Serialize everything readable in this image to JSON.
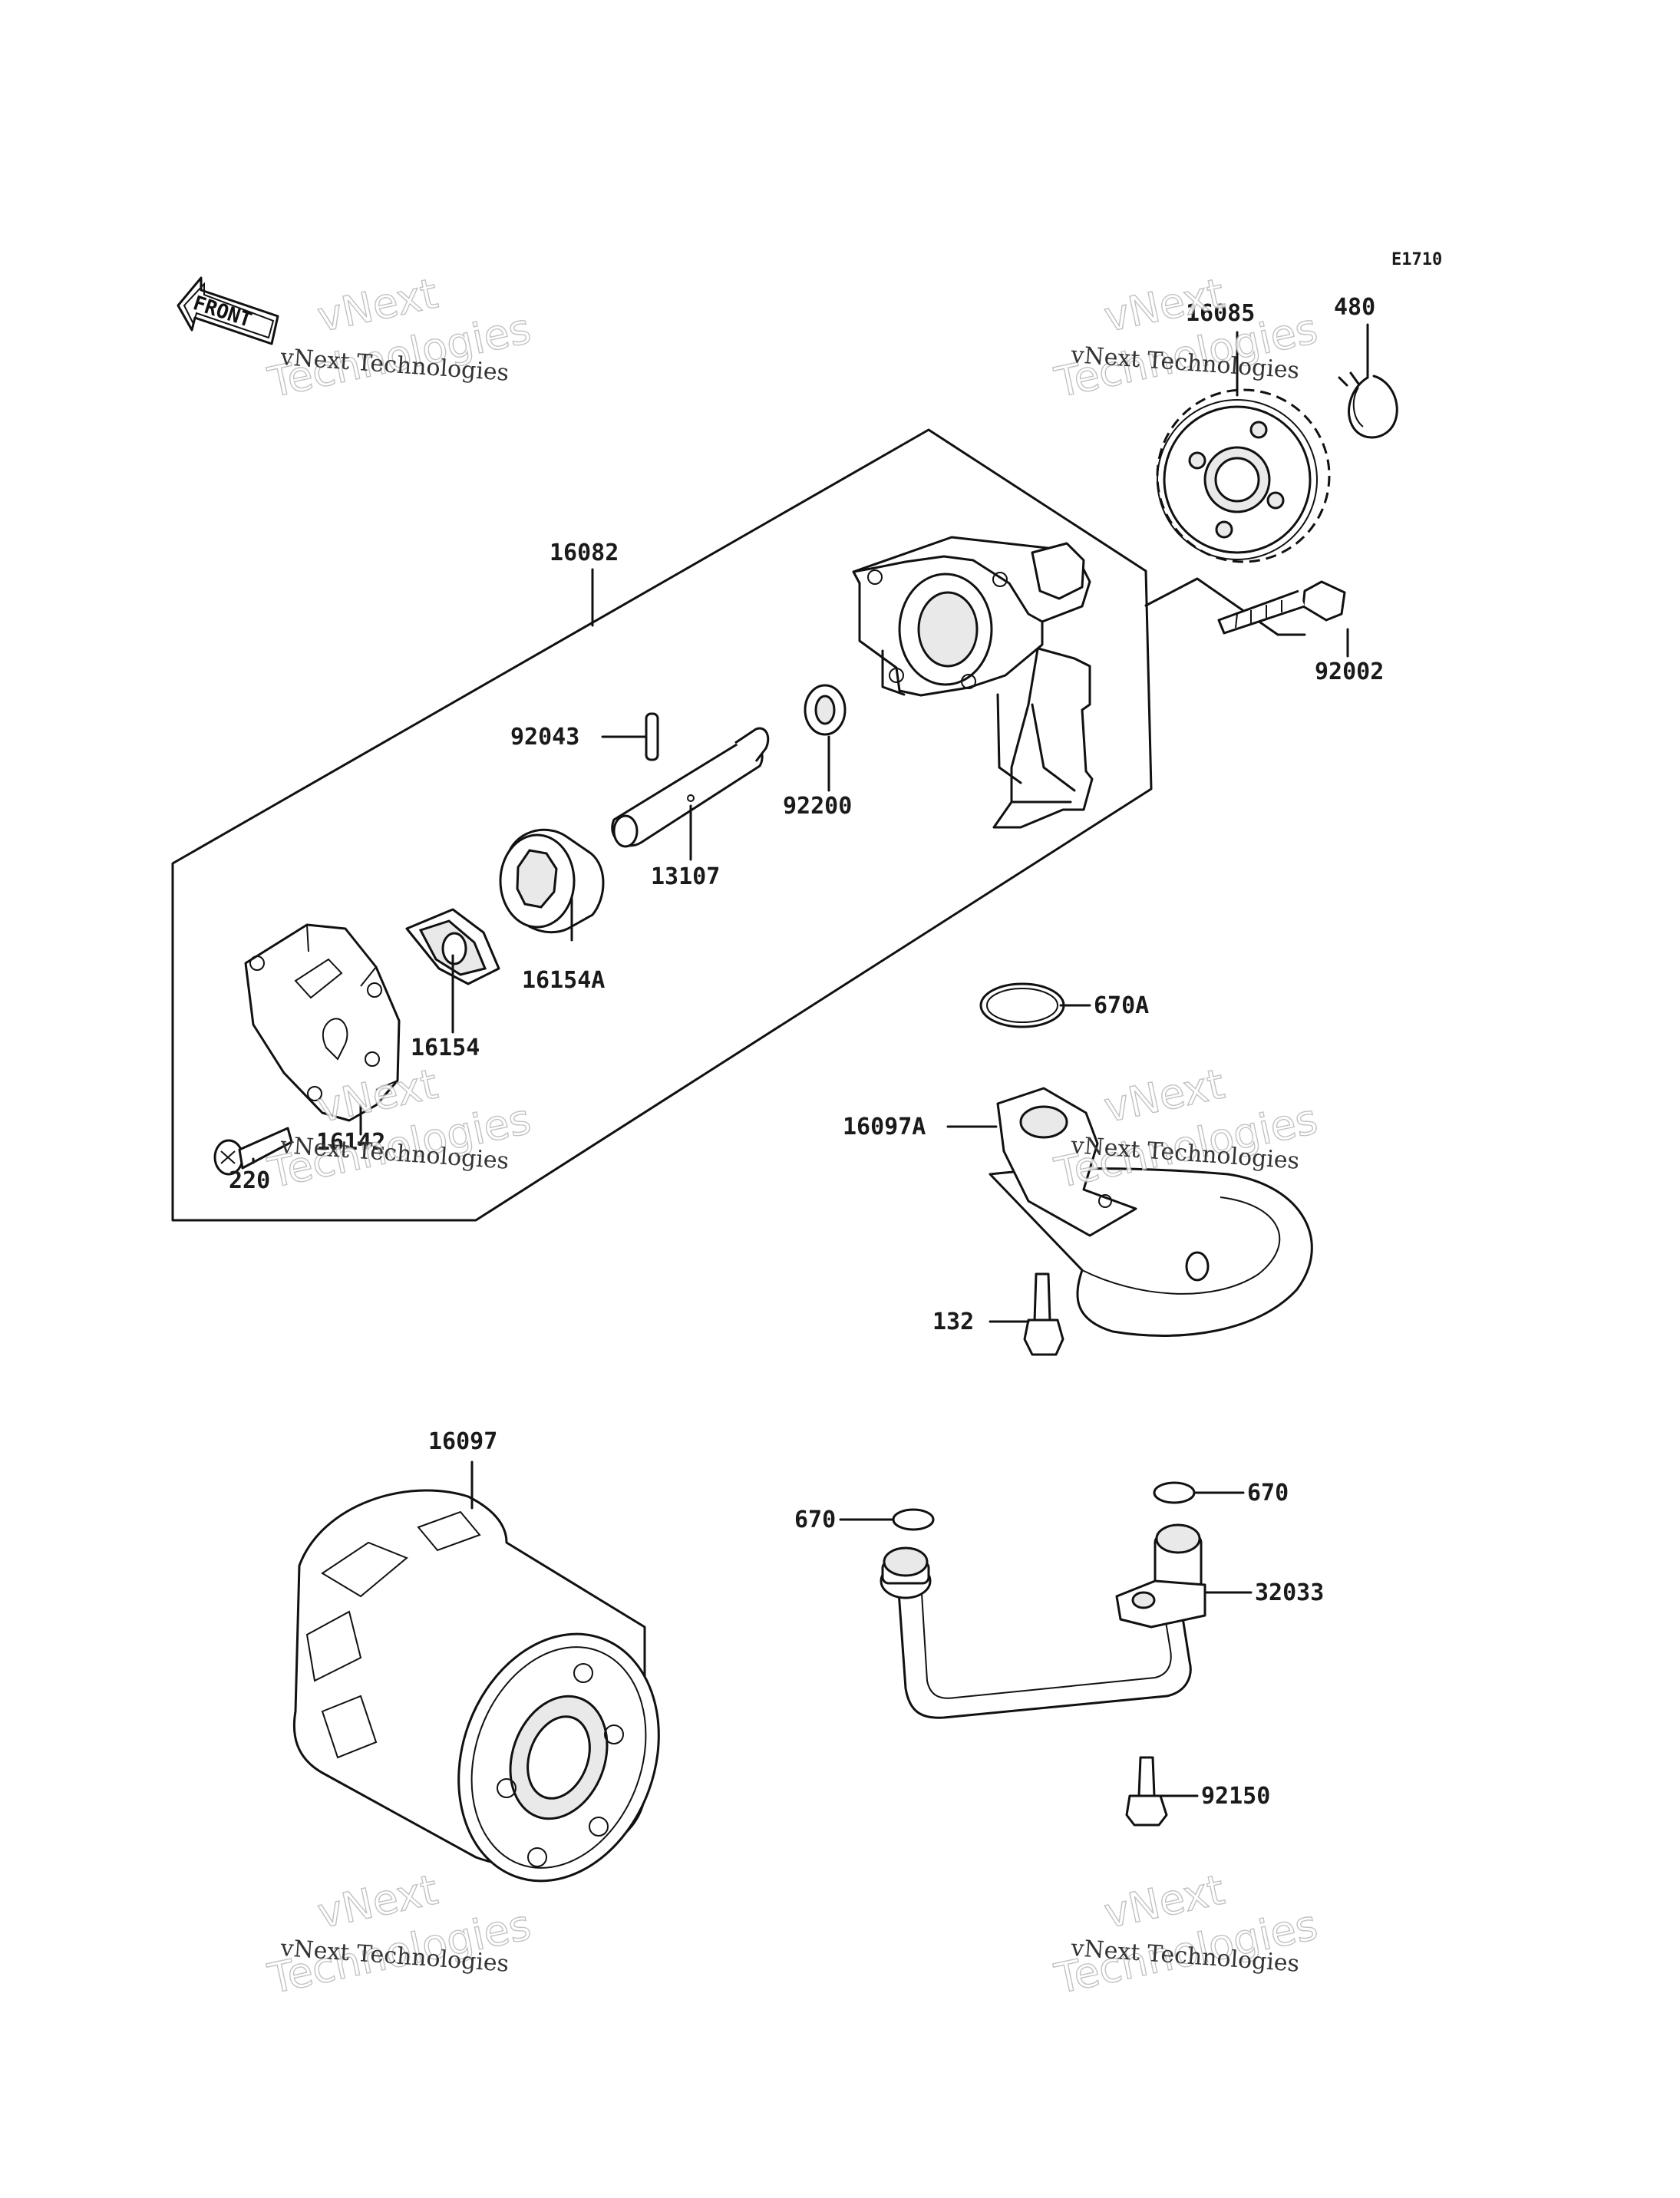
{
  "diagram_ref": "E1710",
  "front_label": "FRONT",
  "watermark": {
    "small": "vNext Technologies",
    "big_top": "vNext",
    "big_bottom": "Technologies"
  },
  "parts": {
    "p16082": "16082",
    "p16085": "16085",
    "p480": "480",
    "p92002": "92002",
    "p92043": "92043",
    "p92200": "92200",
    "p13107": "13107",
    "p16154A": "16154A",
    "p16154": "16154",
    "p16142": "16142",
    "p220": "220",
    "p670A": "670A",
    "p16097A": "16097A",
    "p132": "132",
    "p16097": "16097",
    "p670_left": "670",
    "p670_right": "670",
    "p32033": "32033",
    "p92150": "92150"
  }
}
